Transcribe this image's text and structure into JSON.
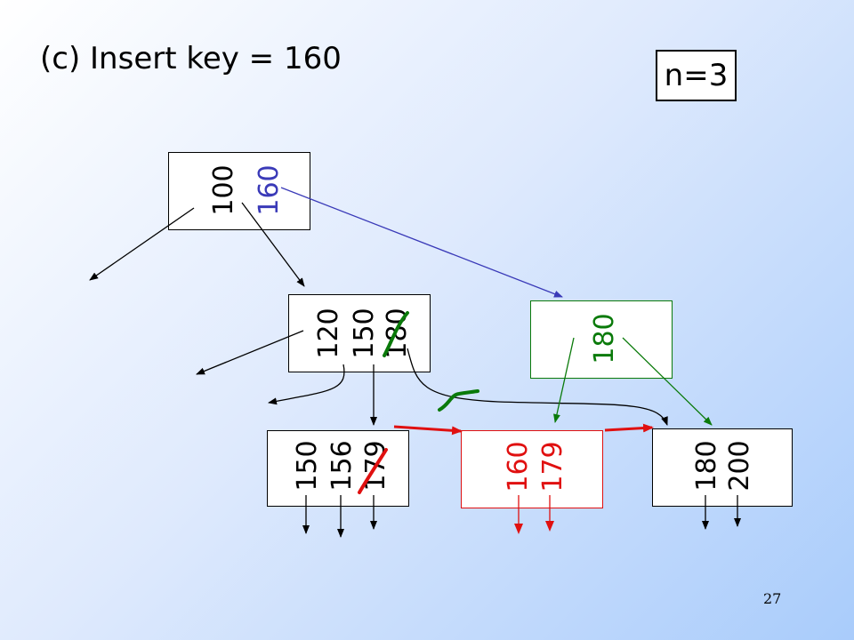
{
  "title": "(c) Insert key = 160",
  "order_label": "n=3",
  "page_number": "27",
  "colors": {
    "black": "#000000",
    "blue": "#3a3ab8",
    "green": "#0a7a0a",
    "red": "#e01010"
  },
  "nodes": {
    "root": {
      "keys": [
        "100",
        "160"
      ]
    },
    "inner_left": {
      "keys": [
        "120",
        "150",
        "180"
      ]
    },
    "inner_new": {
      "keys": [
        "180"
      ]
    },
    "leaf_left": {
      "keys": [
        "150",
        "156",
        "179"
      ]
    },
    "leaf_new": {
      "keys": [
        "160",
        "179"
      ]
    },
    "leaf_right": {
      "keys": [
        "180",
        "200"
      ]
    }
  }
}
